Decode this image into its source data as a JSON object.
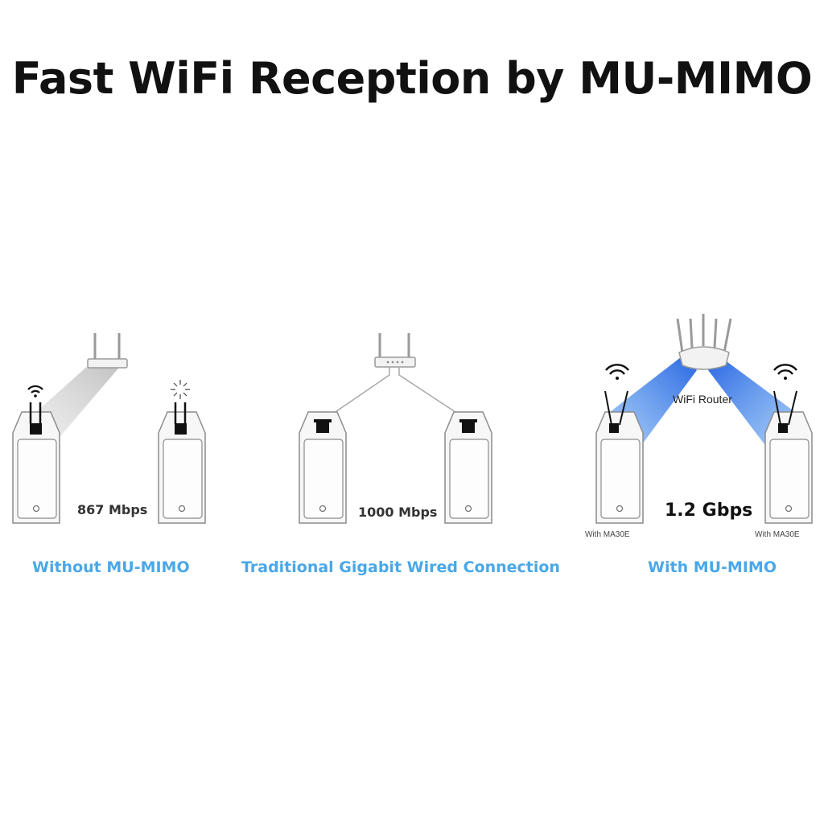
{
  "title": "Fast WiFi Reception by MU-MIMO",
  "accent_color": "#4aa8e8",
  "beam_color": "#2f6fe6",
  "panels": [
    {
      "caption": "Without MU-MIMO",
      "speed": "867 Mbps"
    },
    {
      "caption": "Traditional Gigabit Wired Connection",
      "speed": "1000 Mbps"
    },
    {
      "caption": "With MU-MIMO",
      "speed": "1.2 Gbps",
      "router_label": "WiFi Router",
      "device_labels": [
        "With MA30E",
        "With MA30E"
      ]
    }
  ]
}
